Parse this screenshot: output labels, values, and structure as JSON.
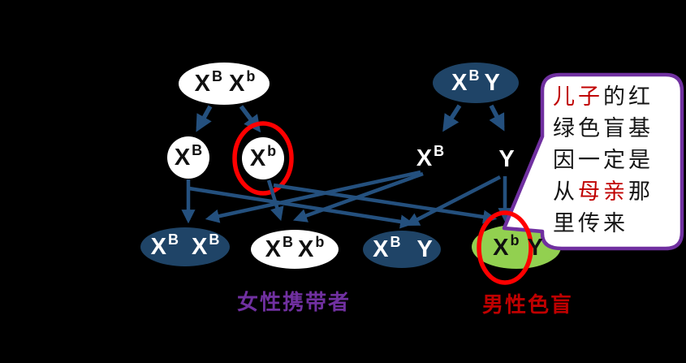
{
  "pedigree": {
    "mother": {
      "allele1": "X",
      "sup1": "B",
      "allele2": "X",
      "sup2": "b"
    },
    "father": {
      "allele1": "X",
      "sup1": "B",
      "allele2": "Y"
    },
    "egg1": {
      "allele": "X",
      "sup": "B"
    },
    "egg2": {
      "allele": "X",
      "sup": "b"
    },
    "sperm1": {
      "allele": "X",
      "sup": "B"
    },
    "sperm2": {
      "allele": "Y"
    },
    "child1": {
      "allele1": "X",
      "sup1": "B",
      "allele2": "X",
      "sup2": "B"
    },
    "child2": {
      "allele1": "X",
      "sup1": "B",
      "allele2": "X",
      "sup2": "b"
    },
    "child3": {
      "allele1": "X",
      "sup1": "B",
      "allele2": "Y"
    },
    "child4": {
      "allele1": "X",
      "sup1": "b",
      "allele2": "Y"
    }
  },
  "labels": {
    "female_carrier": "女性携带者",
    "male_colorblind": "男性色盲"
  },
  "callout": {
    "line1_red": "儿子",
    "line1_black": "的红",
    "line2": "绿色盲基",
    "line3": "因一定是",
    "line4_black1": "从",
    "line4_red": "母亲",
    "line4_black2": "那",
    "line5": "里传来"
  },
  "colors": {
    "background": "#000000",
    "navy_ellipse": "#1f4467",
    "arrow_blue": "#24507e",
    "green_ellipse": "#92d050",
    "red_circle": "#ff0000",
    "callout_border_purple": "#7030a0",
    "carrier_label_purple": "#7030a0",
    "colorblind_label_red": "#c00000"
  }
}
